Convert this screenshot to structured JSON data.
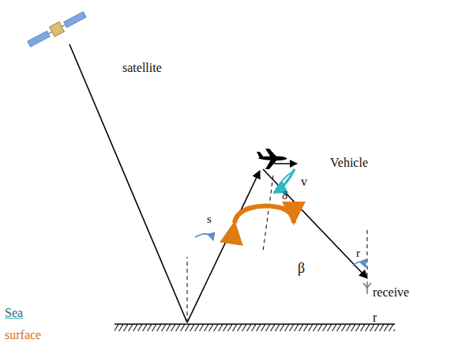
{
  "diagram": {
    "labels": [
      "satellite",
      "s",
      "Vehicle",
      "v",
      "δ",
      "β",
      "r",
      "receive",
      "r",
      "Sea",
      "surface"
    ]
  }
}
